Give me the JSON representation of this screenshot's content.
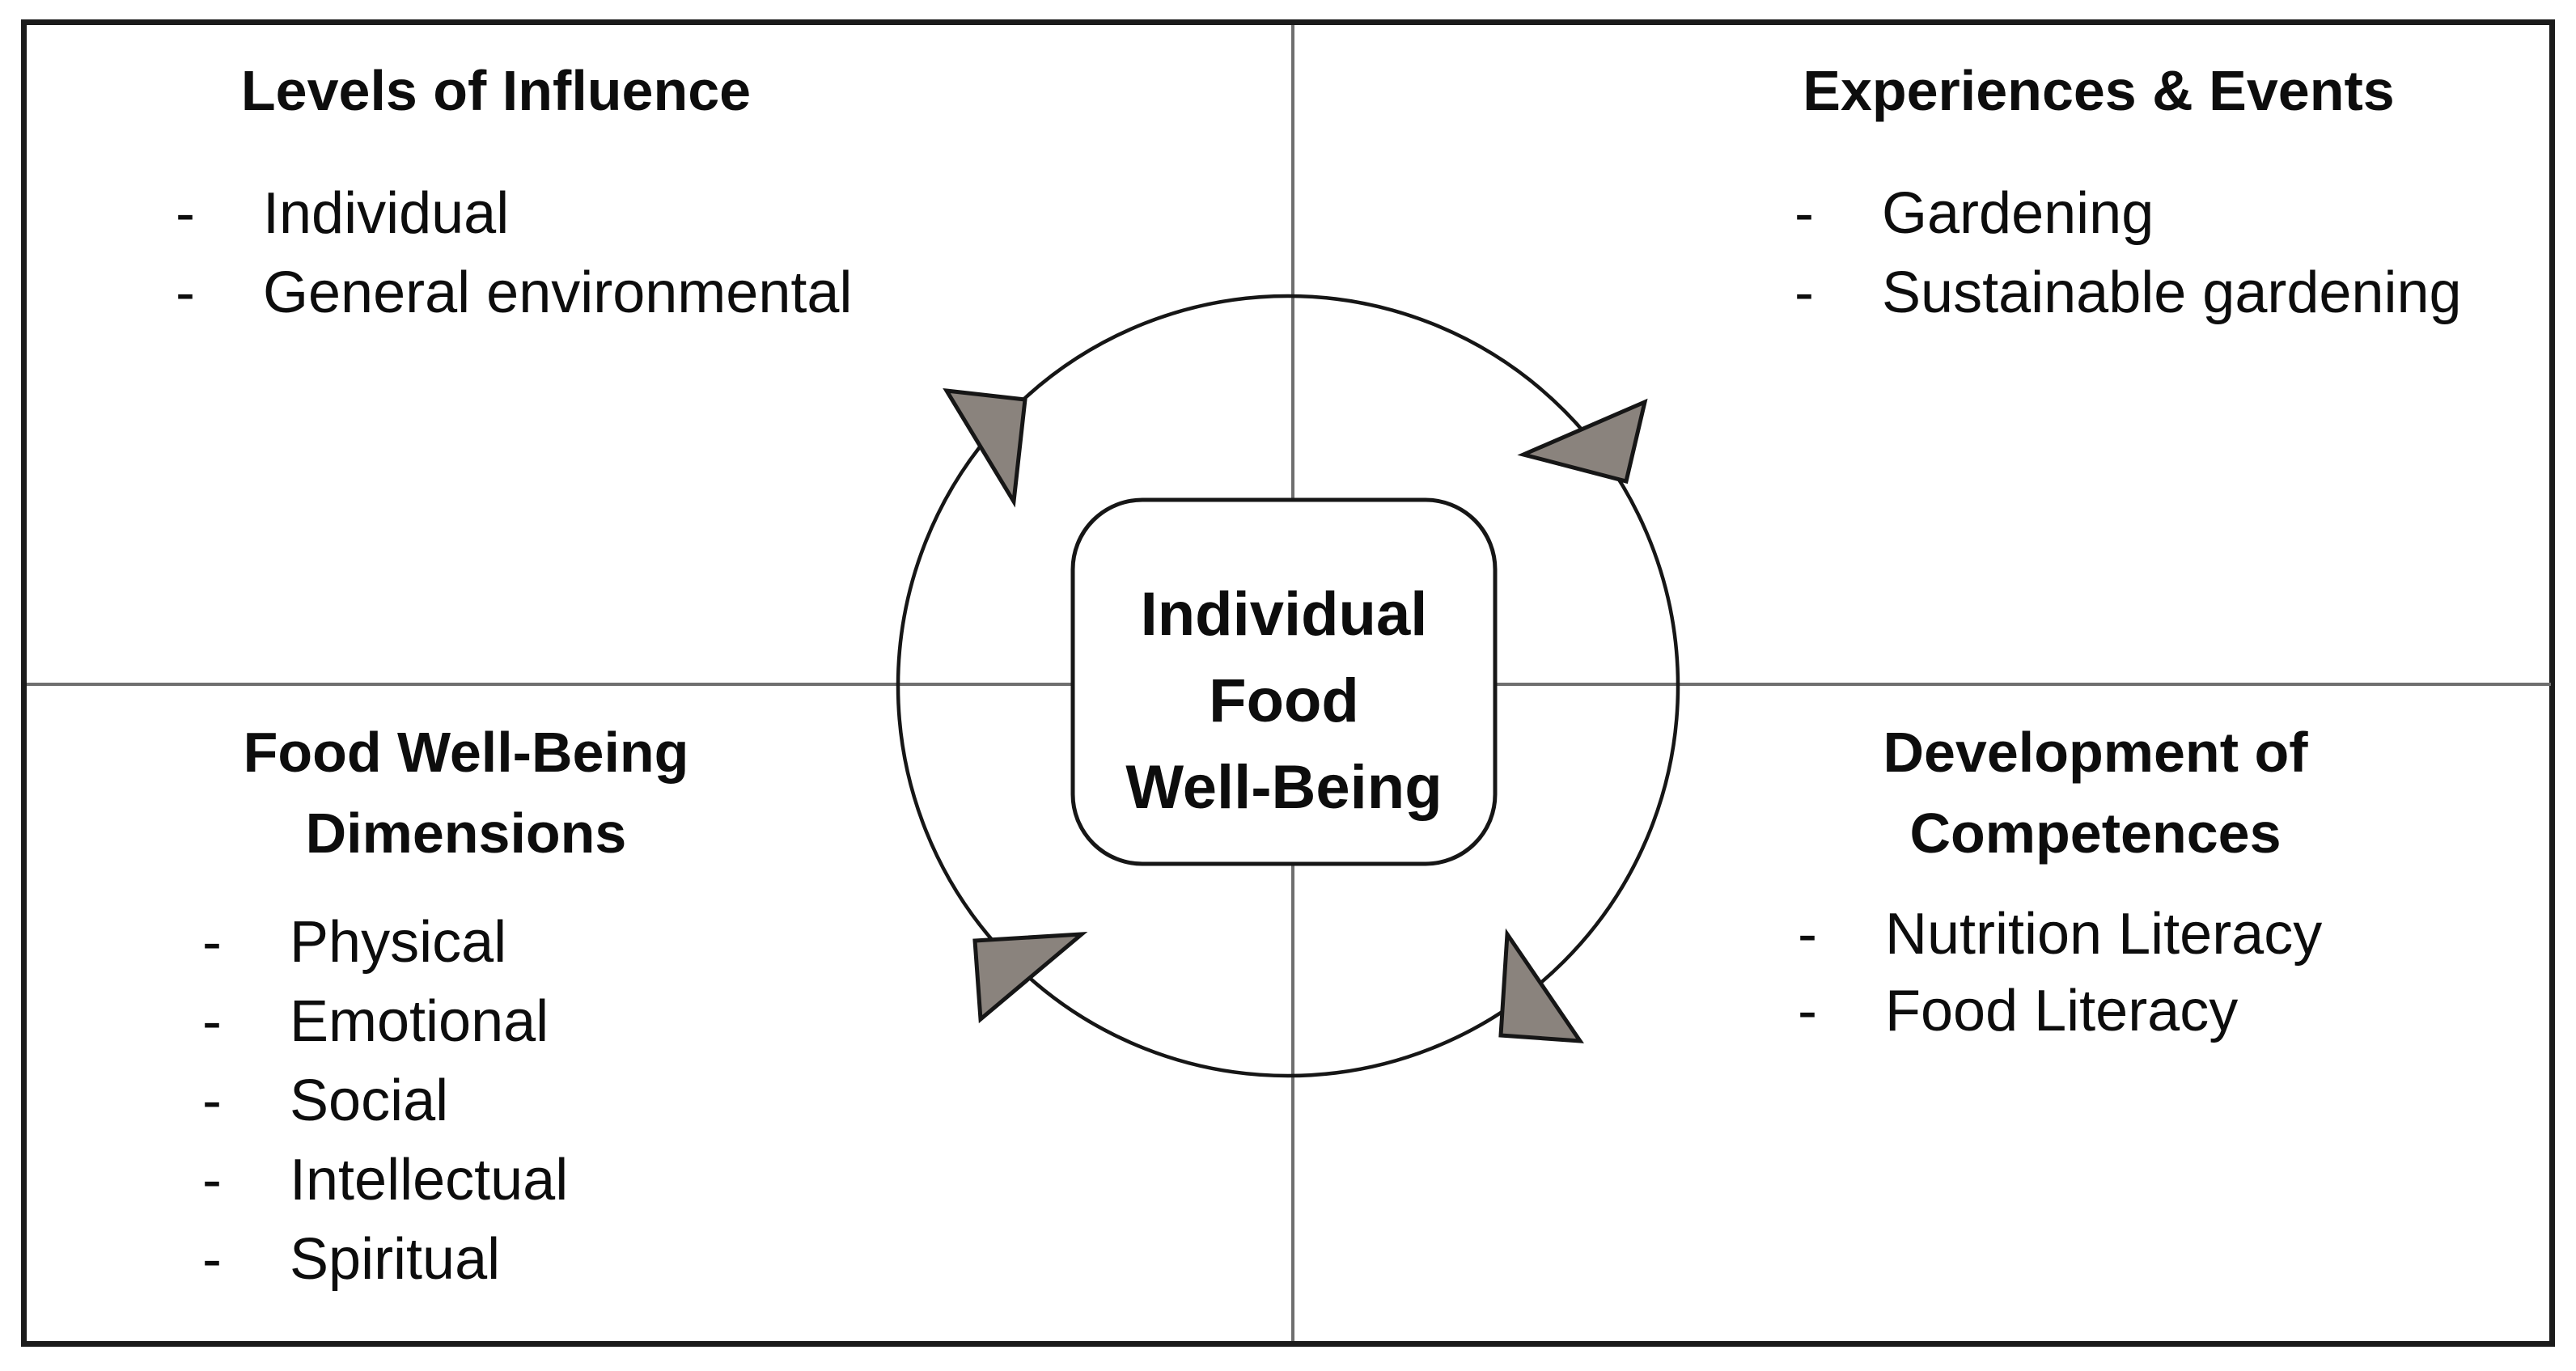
{
  "diagram": {
    "colors": {
      "arrow_fill": "#8a837d",
      "line_gray": "#6f6f6f",
      "ink": "#0d0d0d",
      "frame": "#1b1b1b",
      "bg": "#ffffff"
    },
    "bullet_char": "-",
    "center_label": {
      "lines": [
        "Individual",
        "Food",
        "Well-Being"
      ]
    },
    "quadrants": [
      {
        "position": "top-left",
        "title_lines": [
          "Levels of Influence"
        ],
        "items": [
          "Individual",
          "General environmental"
        ]
      },
      {
        "position": "top-right",
        "title_lines": [
          "Experiences & Events"
        ],
        "items": [
          "Gardening",
          "Sustainable gardening"
        ]
      },
      {
        "position": "bottom-left",
        "title_lines": [
          "Food Well-Being",
          "Dimensions"
        ],
        "items": [
          "Physical",
          "Emotional",
          "Social",
          "Intellectual",
          "Spiritual"
        ]
      },
      {
        "position": "bottom-right",
        "title_lines": [
          "Development of",
          "Competences"
        ],
        "items": [
          "Nutrition Literacy",
          "Food Literacy"
        ]
      }
    ]
  }
}
